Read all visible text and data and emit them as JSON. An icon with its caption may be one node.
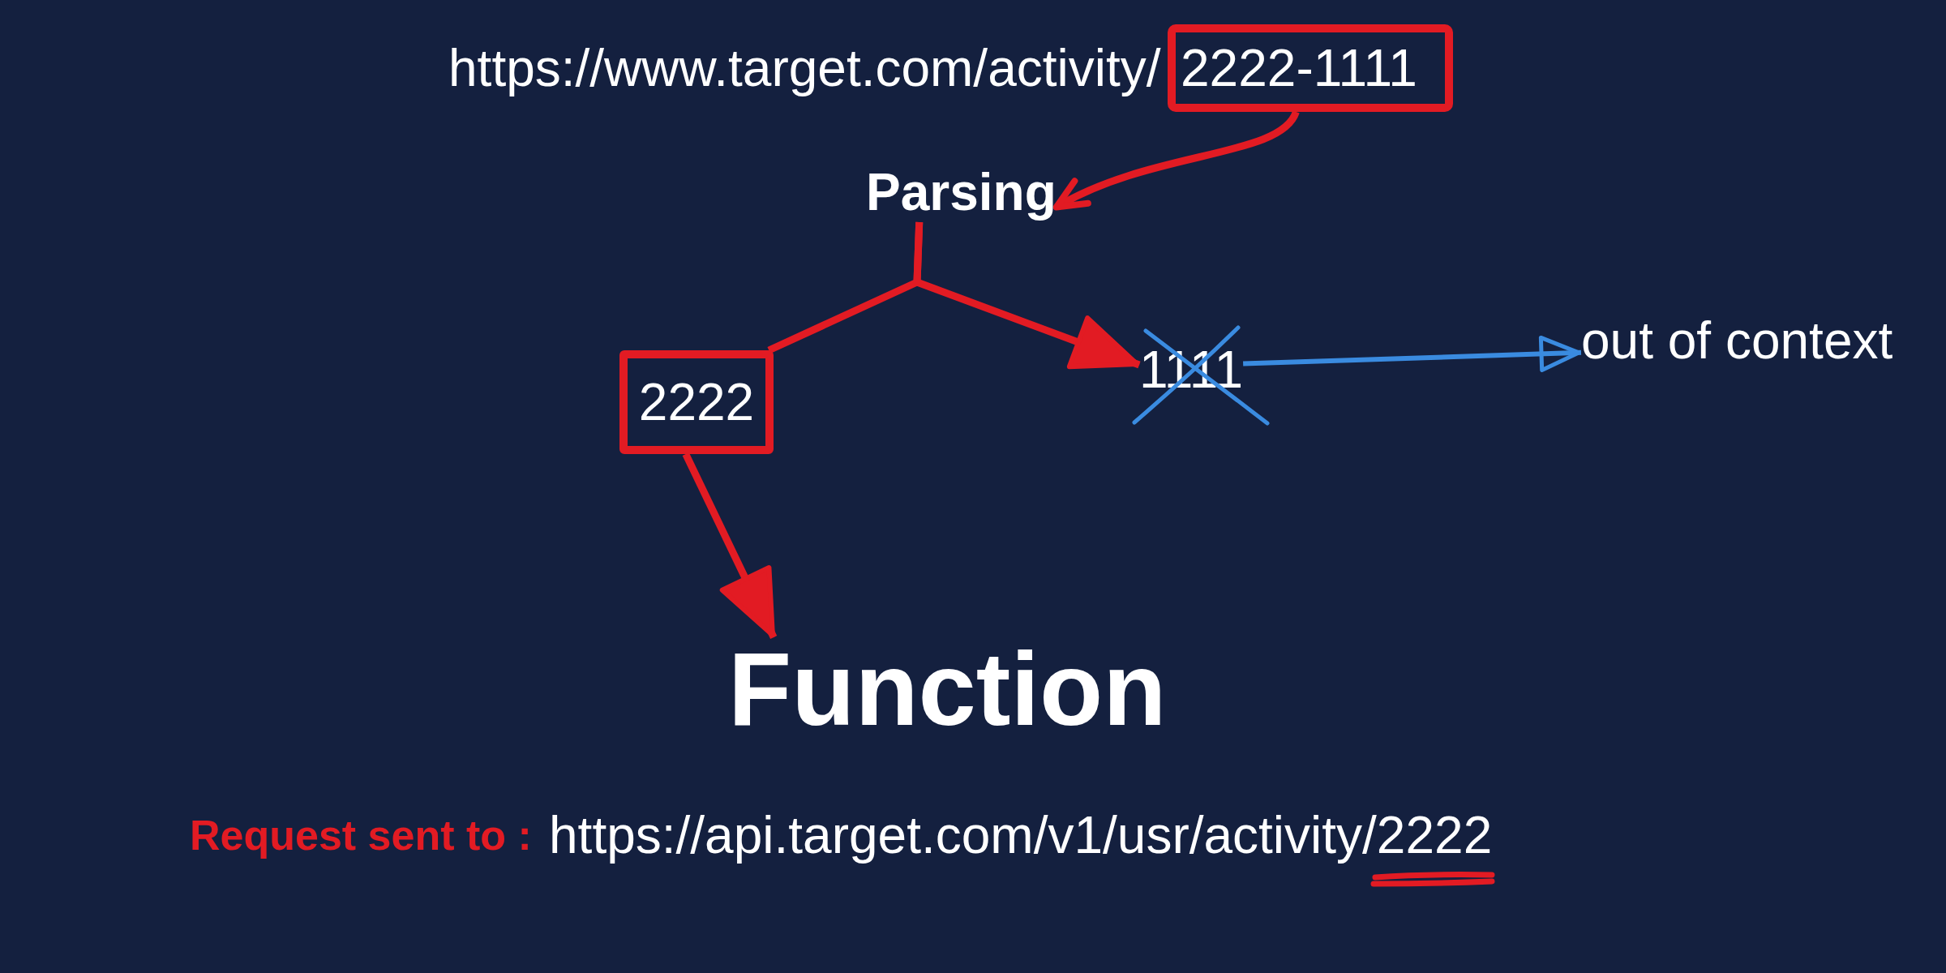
{
  "diagram": {
    "nodes": [
      {
        "text": [
          "2222-1111"
        ]
      },
      {
        "text": [
          "Parsing"
        ]
      },
      {
        "text": [
          "2222"
        ]
      },
      {
        "text": [
          "1111"
        ]
      },
      {
        "text": [
          "out of context"
        ]
      },
      {
        "text": [
          "Function"
        ]
      }
    ],
    "edges": [
      {
        "from": 0,
        "to": 1,
        "arrow": "to"
      },
      {
        "from": 1,
        "to": 2,
        "arrow": "none"
      },
      {
        "from": 1,
        "to": 3,
        "arrow": "to"
      },
      {
        "from": 2,
        "to": 5,
        "arrow": "to"
      },
      {
        "from": 3,
        "to": 4,
        "arrow": "to",
        "color": "#3a8be0"
      }
    ],
    "labels": [
      "https://www.target.com/activity/",
      "Request sent to :",
      "https://api.target.com/v1/usr/activity/2222"
    ]
  }
}
